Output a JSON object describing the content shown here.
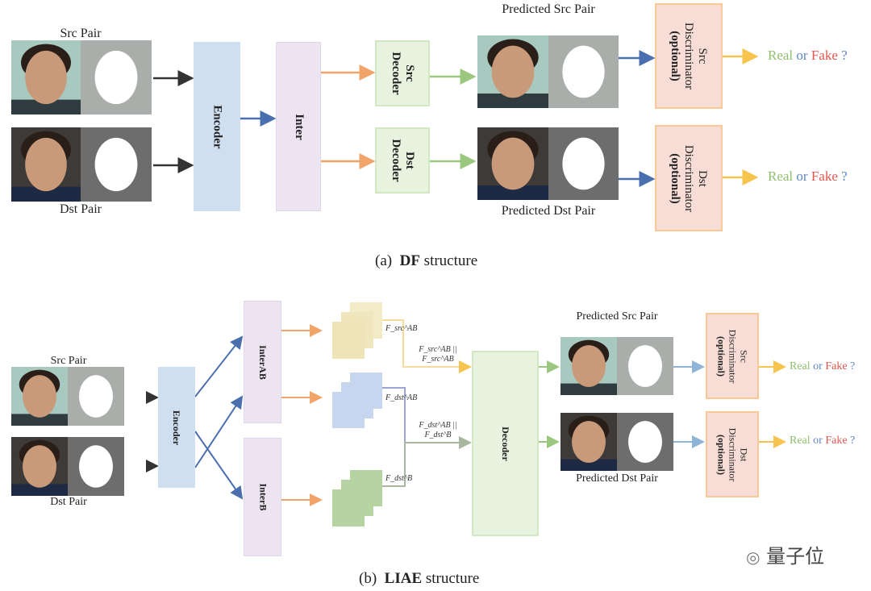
{
  "df": {
    "src_pair": "Src Pair",
    "dst_pair": "Dst Pair",
    "encoder": "Encoder",
    "inter": "Inter",
    "src_decoder": "Src Decoder",
    "dst_decoder": "Dst Decoder",
    "pred_src": "Predicted Src Pair",
    "pred_dst": "Predicted Dst Pair",
    "src_disc": [
      "Src",
      "Discriminator",
      "(optional)"
    ],
    "dst_disc": [
      "Dst",
      "Discriminator",
      "(optional)"
    ],
    "caption": {
      "prefix": "(a)",
      "bold": "DF",
      "suffix": "structure"
    }
  },
  "liae": {
    "src_pair": "Src Pair",
    "dst_pair": "Dst Pair",
    "encoder": "Encoder",
    "inter_ab": "InterAB",
    "inter_b": "InterB",
    "decoder": "Decoder",
    "f_src_ab": "F_src^AB",
    "f_dst_ab": "F_dst^AB",
    "f_dst_b": "F_dst^B",
    "concat_src": "F_src^AB || F_src^AB",
    "concat_dst": "F_dst^AB || F_dst^B",
    "pred_src": "Predicted Src Pair",
    "pred_dst": "Predicted Dst Pair",
    "src_disc": [
      "Src",
      "Discriminator",
      "(optional)"
    ],
    "dst_disc": [
      "Dst",
      "Discriminator",
      "(optional)"
    ],
    "caption": {
      "prefix": "(b)",
      "bold": "LIAE",
      "suffix": "structure"
    }
  },
  "result": {
    "real": "Real",
    "or": "or",
    "fake": "Fake",
    "q": "?"
  },
  "watermark": "量子位",
  "colors": {
    "encoder": "#cfdff0",
    "inter": "#ece4f1",
    "decoder": "#e8f3df",
    "discriminator": "#f7ddd6",
    "orange_arrow": "#f0a46a",
    "green_arrow": "#9cc77e",
    "blue_arrow": "#4a6fae",
    "yellow_arrow": "#f6c44f"
  }
}
